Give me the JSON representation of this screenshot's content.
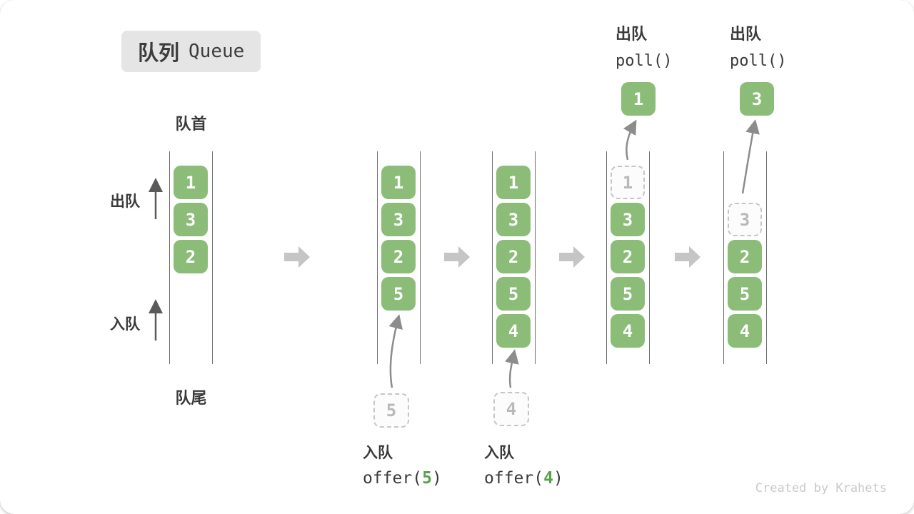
{
  "title": {
    "zh": "队列",
    "en": "Queue"
  },
  "side_labels": {
    "front": "队首",
    "rear": "队尾",
    "dequeue": "出队",
    "enqueue": "入队"
  },
  "colors": {
    "box_green": "#8bbd79",
    "code_arg_green": "#56a34c",
    "flow_arrow_gray": "#c5c5c5",
    "dashed_border_gray": "#c6c6c6"
  },
  "queues": [
    {
      "name": "state-1",
      "slots": [
        {
          "value": "1",
          "type": "solid"
        },
        {
          "value": "3",
          "type": "solid"
        },
        {
          "value": "2",
          "type": "solid"
        }
      ]
    },
    {
      "name": "state-2",
      "slots": [
        {
          "value": "1",
          "type": "solid"
        },
        {
          "value": "3",
          "type": "solid"
        },
        {
          "value": "2",
          "type": "solid"
        },
        {
          "value": "5",
          "type": "solid"
        }
      ]
    },
    {
      "name": "state-3",
      "slots": [
        {
          "value": "1",
          "type": "solid"
        },
        {
          "value": "3",
          "type": "solid"
        },
        {
          "value": "2",
          "type": "solid"
        },
        {
          "value": "5",
          "type": "solid"
        },
        {
          "value": "4",
          "type": "solid"
        }
      ]
    },
    {
      "name": "state-4",
      "slots": [
        {
          "value": "1",
          "type": "dashed"
        },
        {
          "value": "3",
          "type": "solid"
        },
        {
          "value": "2",
          "type": "solid"
        },
        {
          "value": "5",
          "type": "solid"
        },
        {
          "value": "4",
          "type": "solid"
        }
      ]
    },
    {
      "name": "state-5",
      "slots": [
        {
          "value": "3",
          "type": "dashed"
        },
        {
          "value": "2",
          "type": "solid"
        },
        {
          "value": "5",
          "type": "solid"
        },
        {
          "value": "4",
          "type": "solid"
        }
      ]
    }
  ],
  "enqueue_ops": [
    {
      "label": "入队",
      "code_open": "offer(",
      "arg": "5",
      "code_close": ")"
    },
    {
      "label": "入队",
      "code_open": "offer(",
      "arg": "4",
      "code_close": ")"
    }
  ],
  "dequeue_ops": [
    {
      "label": "出队",
      "code": "poll()",
      "value": "1"
    },
    {
      "label": "出队",
      "code": "poll()",
      "value": "3"
    }
  ],
  "footer": "Created by Krahets"
}
